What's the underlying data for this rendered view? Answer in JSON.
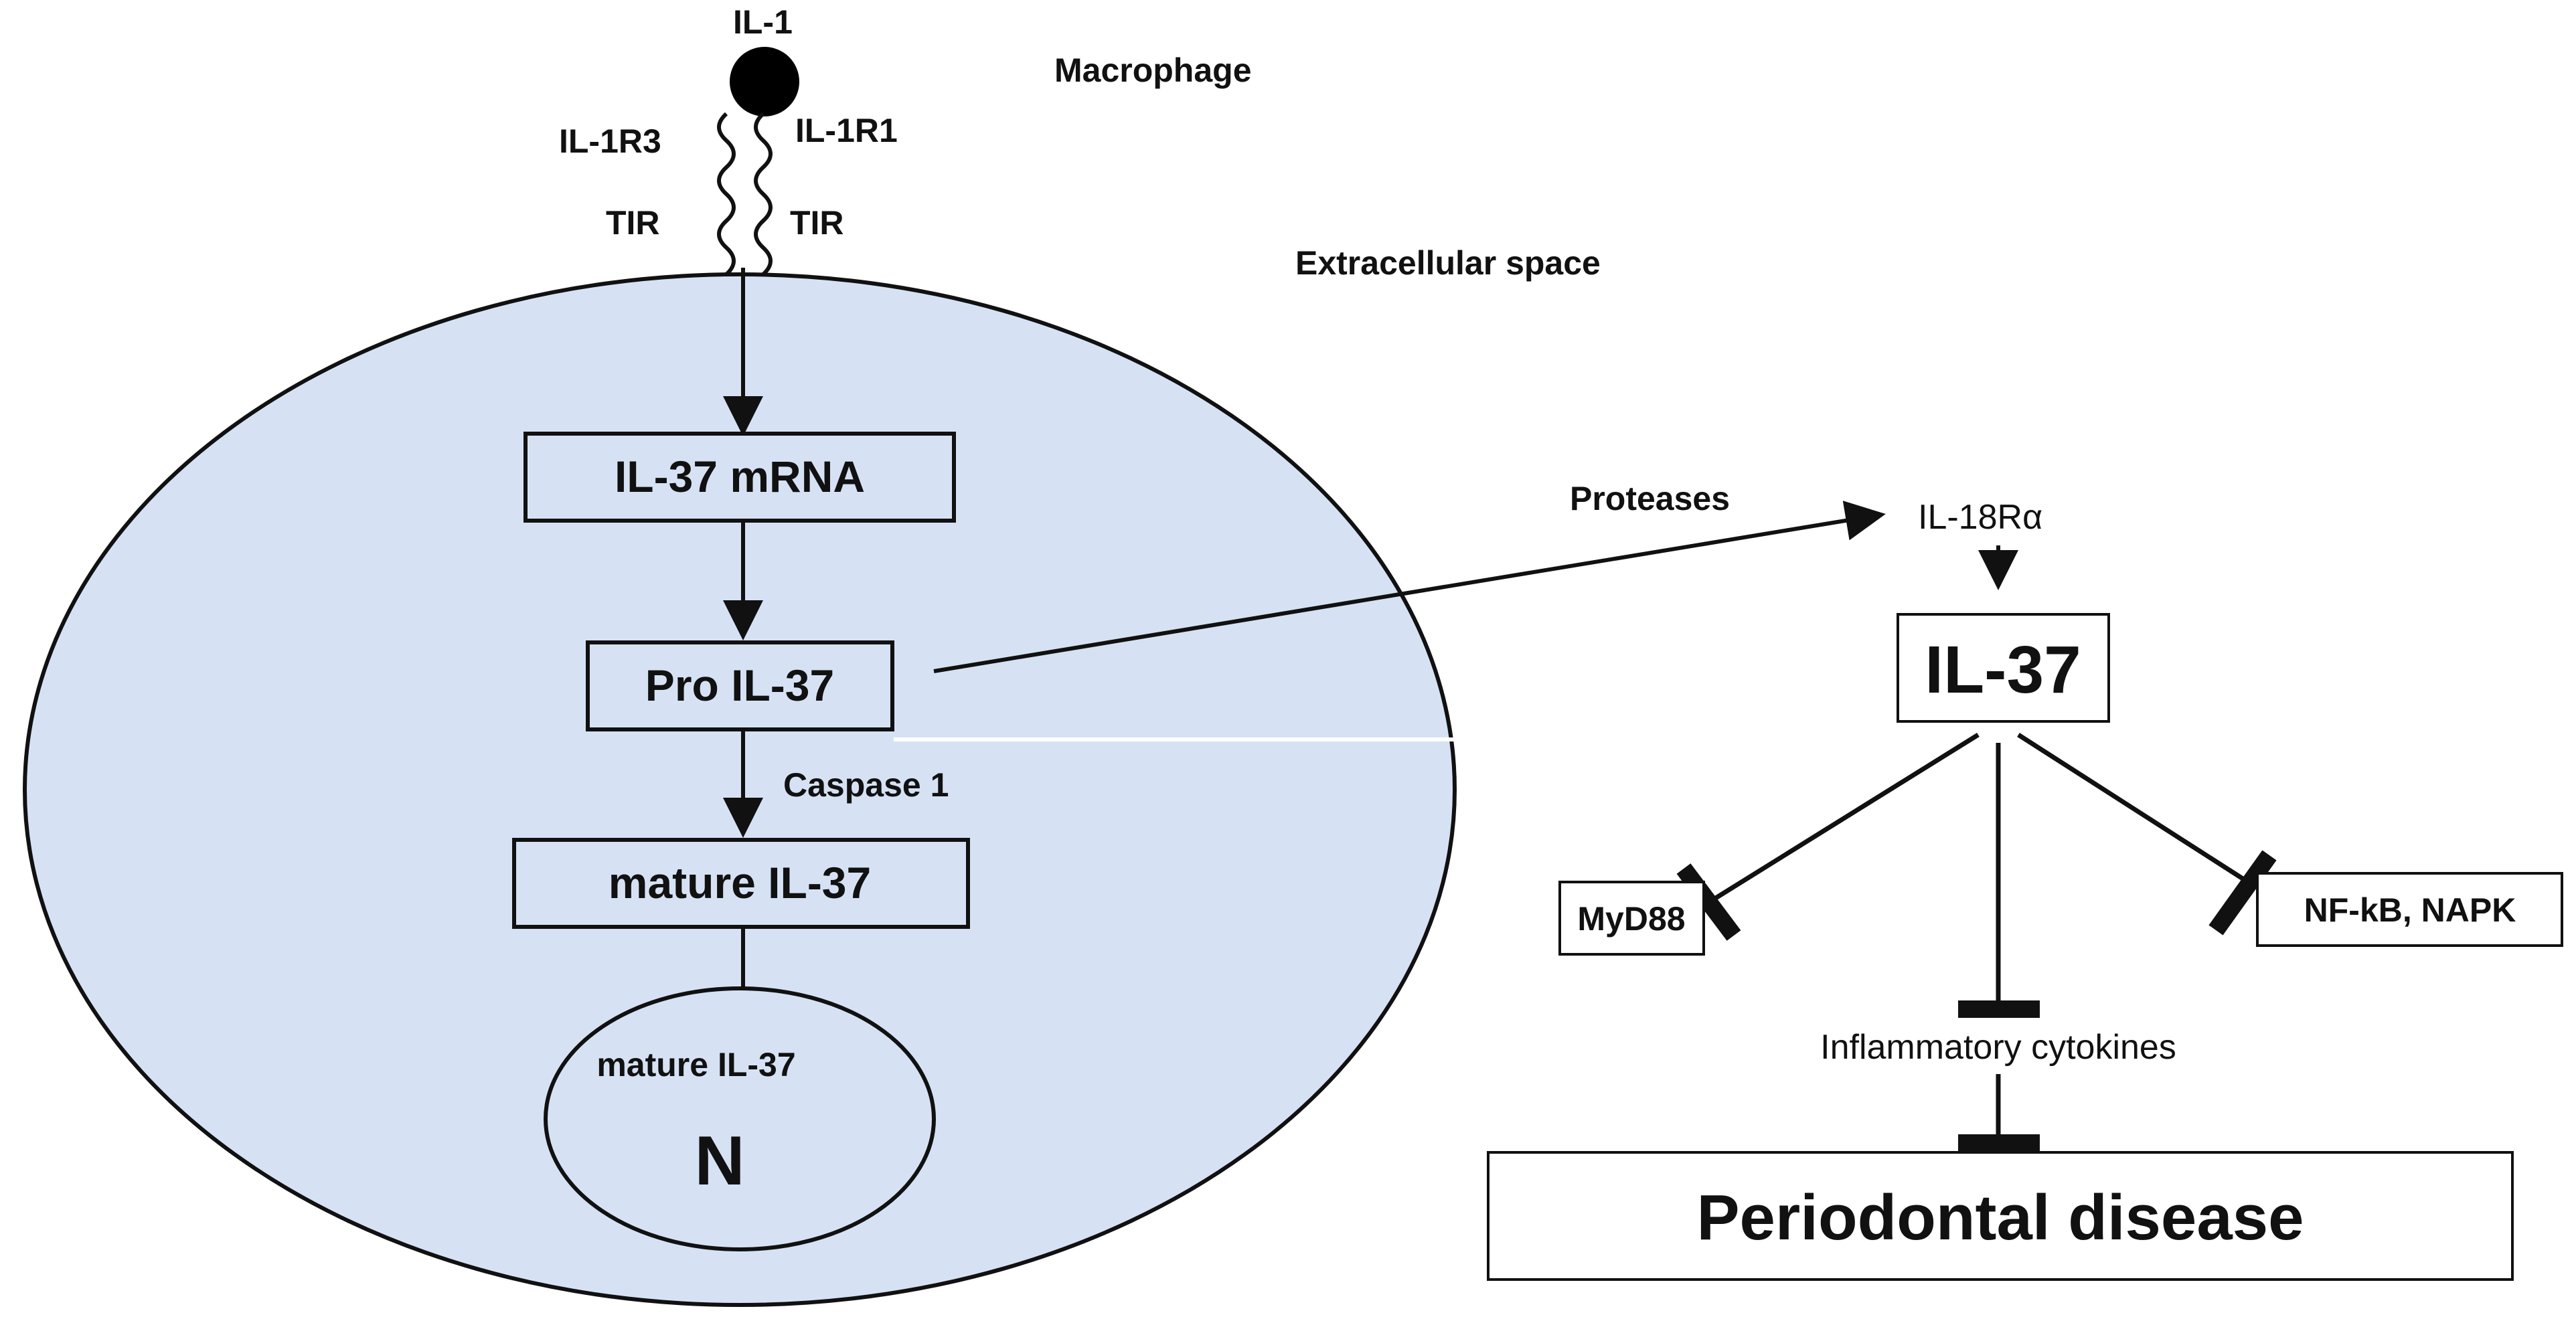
{
  "labels": {
    "il1": "IL-1",
    "macrophage": "Macrophage",
    "il1r3": "IL-1R3",
    "il1r1": "IL-1R1",
    "tir_left": "TIR",
    "tir_right": "TIR",
    "extracellular": "Extracellular space",
    "proteases": "Proteases",
    "il18ra": "IL-18Rα",
    "caspase": "Caspase 1",
    "inflammatory": "Inflammatory cytokines"
  },
  "boxes": {
    "il37_mrna": "IL-37 mRNA",
    "pro_il37": "Pro IL-37",
    "mature_il37": "mature IL-37",
    "il37": "IL-37",
    "myd88": "MyD88",
    "nfkb": "NF-kB, NAPK",
    "periodontal": "Periodontal disease"
  },
  "nucleus": {
    "label": "mature IL-37",
    "letter": "N"
  },
  "colors": {
    "cell_fill": "#d6e2f4",
    "stroke": "#111111",
    "box_fill": "#ffffff"
  }
}
